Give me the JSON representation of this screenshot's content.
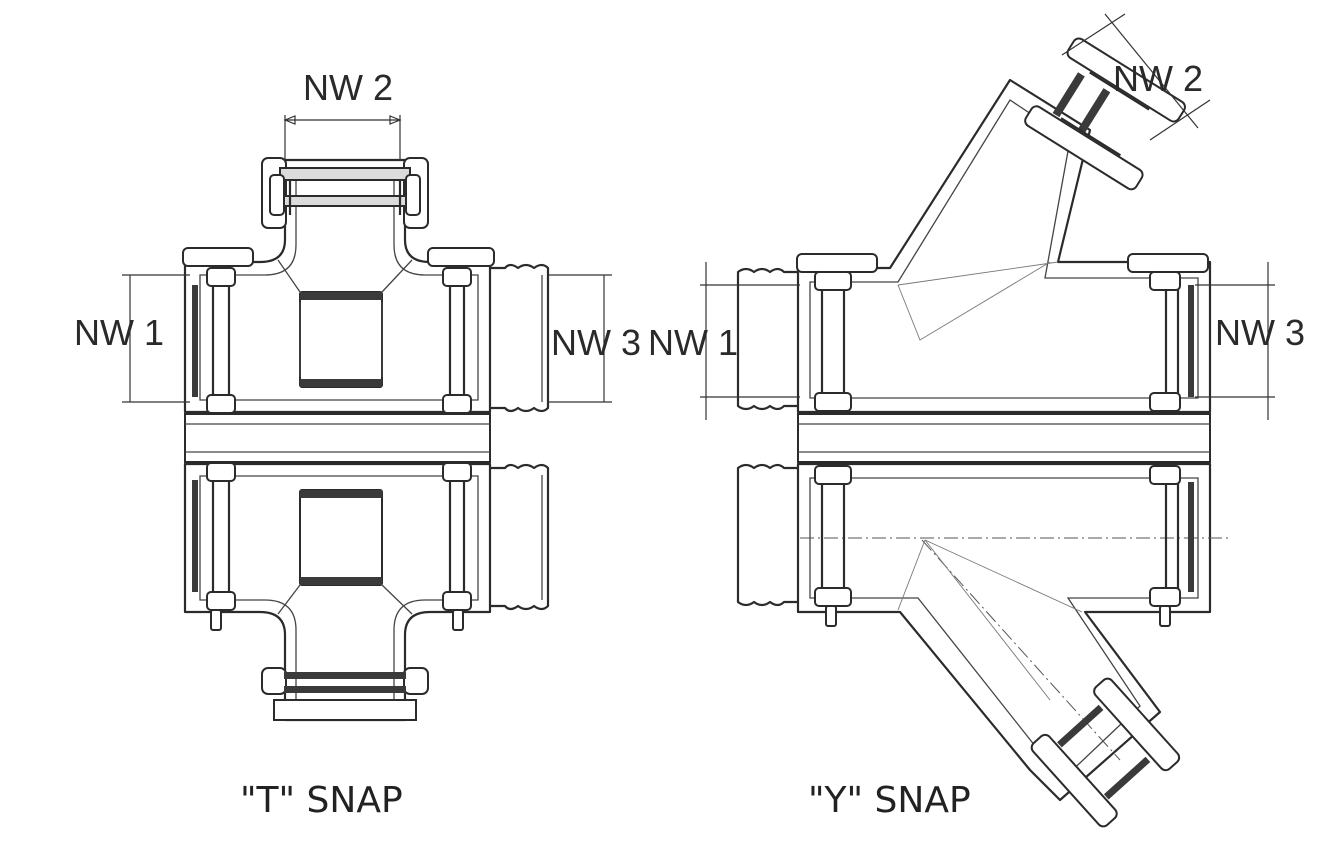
{
  "t_snap": {
    "caption": "\"T\" SNAP",
    "labels": {
      "nw1": "NW 1",
      "nw2": "NW 2",
      "nw3": "NW 3"
    }
  },
  "y_snap": {
    "caption": "\"Y\" SNAP",
    "labels": {
      "nw1": "NW 1",
      "nw2": "NW 2",
      "nw3": "NW 3"
    }
  }
}
